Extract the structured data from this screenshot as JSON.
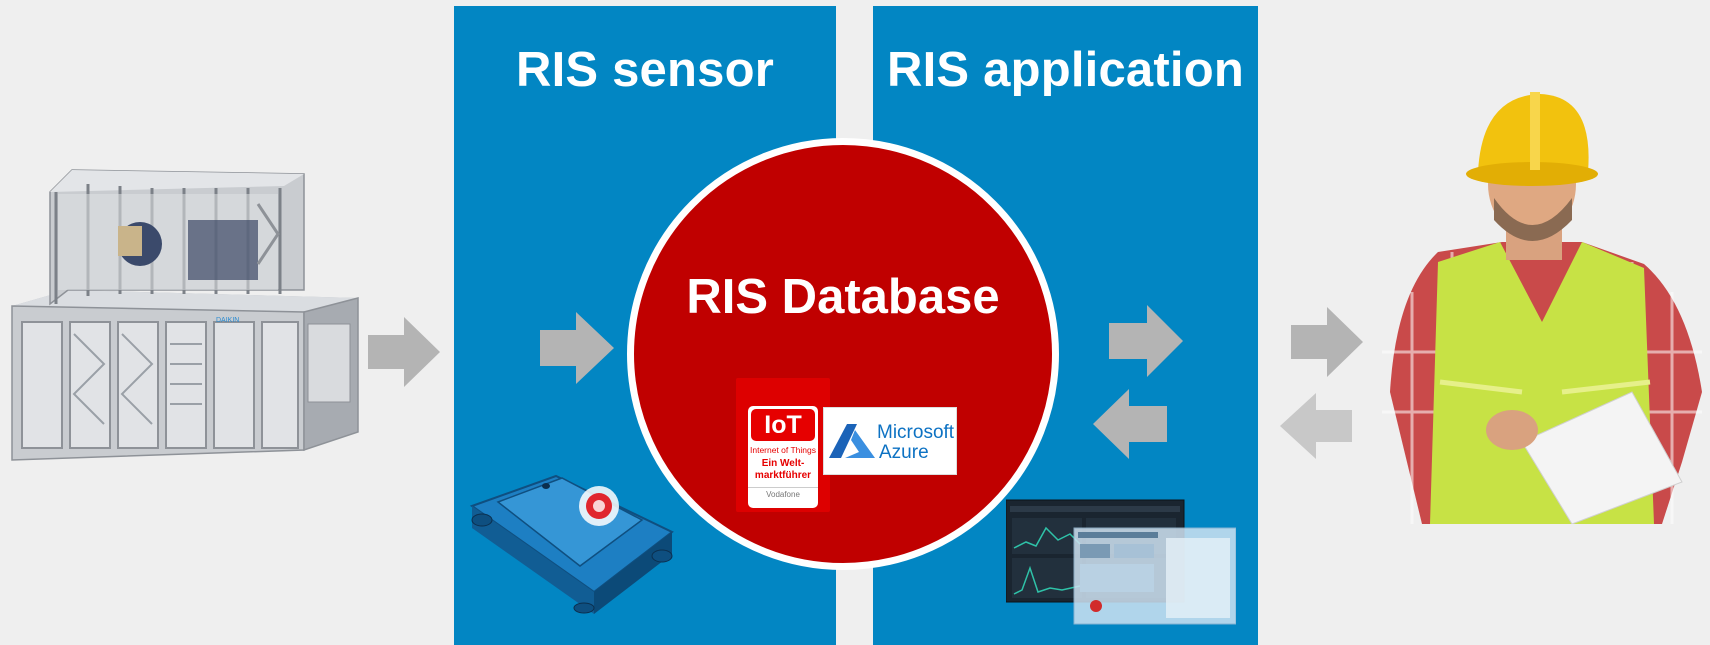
{
  "sensor_panel": {
    "title": "RIS sensor"
  },
  "app_panel": {
    "title": "RIS application"
  },
  "database": {
    "title": "RIS Database",
    "iot_badge": {
      "tag": "IoT",
      "subtitle": "Internet of Things",
      "claim_line1": "Ein Welt-",
      "claim_line2": "marktführer",
      "brand": "Vodafone"
    },
    "azure_badge": {
      "line1": "Microsoft",
      "line2": "Azure"
    }
  },
  "device": {
    "sensor_button_icon": "gear-icon"
  },
  "colors": {
    "background": "#efefef",
    "panel_blue": "#0286c3",
    "database_red": "#c00000",
    "arrow_gray": "#b4b4b4",
    "iot_red": "#e60000",
    "azure_blue": "#0d72c3"
  }
}
